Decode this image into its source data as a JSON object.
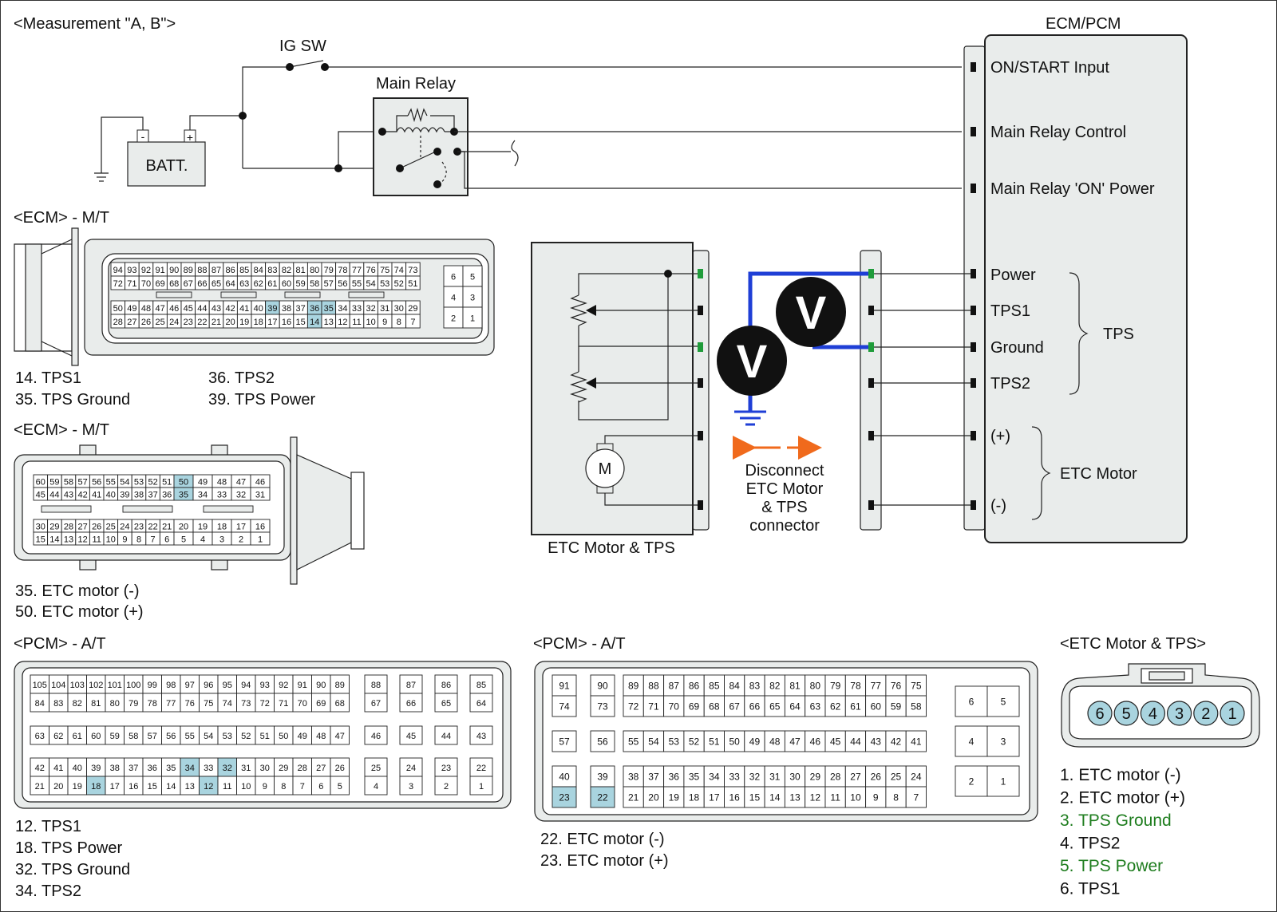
{
  "heading": "<Measurement \"A, B\">",
  "ig_sw": "IG SW",
  "main_relay": "Main Relay",
  "batt": "BATT.",
  "batt_minus": "-",
  "batt_plus": "+",
  "ecm_pcm": "ECM/PCM",
  "ecm_pins": {
    "on_start": "ON/START Input",
    "relay_control": "Main Relay Control",
    "relay_on_power": "Main Relay 'ON' Power",
    "power": "Power",
    "tps1": "TPS1",
    "ground": "Ground",
    "tps2": "TPS2",
    "plus": "(+)",
    "minus": "(-)"
  },
  "group_tps": "TPS",
  "group_etc_motor": "ETC Motor",
  "voltmeter_symbol": "V",
  "motor_symbol": "M",
  "etc_unit_label": "ETC Motor & TPS",
  "disconnect_note": [
    "Disconnect",
    "ETC Motor",
    "& TPS",
    "connector"
  ],
  "connectors": {
    "ecm_mt_1": {
      "title": "<ECM> - M/T",
      "row1": [
        "94",
        "93",
        "92",
        "91",
        "90",
        "89",
        "88",
        "87",
        "86",
        "85",
        "84",
        "83",
        "82",
        "81",
        "80",
        "79",
        "78",
        "77",
        "76",
        "75",
        "74",
        "73"
      ],
      "row2": [
        "72",
        "71",
        "70",
        "69",
        "68",
        "67",
        "66",
        "65",
        "64",
        "63",
        "62",
        "61",
        "60",
        "59",
        "58",
        "57",
        "56",
        "55",
        "54",
        "53",
        "52",
        "51"
      ],
      "row3": [
        "50",
        "49",
        "48",
        "47",
        "46",
        "45",
        "44",
        "43",
        "42",
        "41",
        "40",
        "39",
        "38",
        "37",
        "36",
        "35",
        "34",
        "33",
        "32",
        "31",
        "30",
        "29"
      ],
      "row4": [
        "28",
        "27",
        "26",
        "25",
        "24",
        "23",
        "22",
        "21",
        "20",
        "19",
        "18",
        "17",
        "16",
        "15",
        "14",
        "13",
        "12",
        "11",
        "10",
        "9",
        "8",
        "7"
      ],
      "side": [
        "6",
        "5",
        "4",
        "3",
        "2",
        "1"
      ],
      "highlight": [
        "39",
        "36",
        "35",
        "14"
      ],
      "legend": [
        "14. TPS1",
        "35. TPS Ground",
        "36. TPS2",
        "39. TPS Power"
      ]
    },
    "ecm_mt_2": {
      "title": "<ECM> - M/T",
      "row1": [
        "60",
        "59",
        "58",
        "57",
        "56",
        "55",
        "54",
        "53",
        "52",
        "51",
        "50",
        "49",
        "48",
        "47",
        "46"
      ],
      "row2": [
        "45",
        "44",
        "43",
        "42",
        "41",
        "40",
        "39",
        "38",
        "37",
        "36",
        "35",
        "34",
        "33",
        "32",
        "31"
      ],
      "row3": [
        "30",
        "29",
        "28",
        "27",
        "26",
        "25",
        "24",
        "23",
        "22",
        "21",
        "20",
        "19",
        "18",
        "17",
        "16"
      ],
      "row4": [
        "15",
        "14",
        "13",
        "12",
        "11",
        "10",
        "9",
        "8",
        "7",
        "6",
        "5",
        "4",
        "3",
        "2",
        "1"
      ],
      "highlight": [
        "50",
        "35"
      ],
      "legend": [
        "35. ETC motor (-)",
        "50. ETC motor (+)"
      ]
    },
    "pcm_at_1": {
      "title": "<PCM> - A/T",
      "r1": [
        "105",
        "104",
        "103",
        "102",
        "101",
        "100",
        "99",
        "98",
        "97",
        "96",
        "95",
        "94",
        "93",
        "92",
        "91",
        "90",
        "89"
      ],
      "r1s": [
        "88",
        "87",
        "86",
        "85"
      ],
      "r2": [
        "84",
        "83",
        "82",
        "81",
        "80",
        "79",
        "78",
        "77",
        "76",
        "75",
        "74",
        "73",
        "72",
        "71",
        "70",
        "69",
        "68"
      ],
      "r2s": [
        "67",
        "66",
        "65",
        "64"
      ],
      "r3": [
        "63",
        "62",
        "61",
        "60",
        "59",
        "58",
        "57",
        "56",
        "55",
        "54",
        "53",
        "52",
        "51",
        "50",
        "49",
        "48",
        "47"
      ],
      "r3s": [
        "46",
        "45",
        "44",
        "43"
      ],
      "r4": [
        "42",
        "41",
        "40",
        "39",
        "38",
        "37",
        "36",
        "35",
        "34",
        "33",
        "32",
        "31",
        "30",
        "29",
        "28",
        "27",
        "26"
      ],
      "r4s": [
        "25",
        "24",
        "23",
        "22"
      ],
      "r5": [
        "21",
        "20",
        "19",
        "18",
        "17",
        "16",
        "15",
        "14",
        "13",
        "12",
        "11",
        "10",
        "9",
        "8",
        "7",
        "6",
        "5"
      ],
      "r5s": [
        "4",
        "3",
        "2",
        "1"
      ],
      "highlight": [
        "34",
        "32",
        "18",
        "12"
      ],
      "legend": [
        "12. TPS1",
        "18. TPS Power",
        "32. TPS Ground",
        "34. TPS2"
      ]
    },
    "pcm_at_2": {
      "title": "<PCM> - A/T",
      "c1": [
        "91",
        "74",
        "57",
        "40",
        "23"
      ],
      "c2": [
        "90",
        "73",
        "56",
        "39",
        "22"
      ],
      "m1": [
        "89",
        "88",
        "87",
        "86",
        "85",
        "84",
        "83",
        "82",
        "81",
        "80",
        "79",
        "78",
        "77",
        "76",
        "75"
      ],
      "m2": [
        "72",
        "71",
        "70",
        "69",
        "68",
        "67",
        "66",
        "65",
        "64",
        "63",
        "62",
        "61",
        "60",
        "59",
        "58"
      ],
      "m3": [
        "55",
        "54",
        "53",
        "52",
        "51",
        "50",
        "49",
        "48",
        "47",
        "46",
        "45",
        "44",
        "43",
        "42",
        "41"
      ],
      "m4": [
        "38",
        "37",
        "36",
        "35",
        "34",
        "33",
        "32",
        "31",
        "30",
        "29",
        "28",
        "27",
        "26",
        "25",
        "24"
      ],
      "m5": [
        "21",
        "20",
        "19",
        "18",
        "17",
        "16",
        "15",
        "14",
        "13",
        "12",
        "11",
        "10",
        "9",
        "8",
        "7"
      ],
      "side": [
        "6",
        "5",
        "4",
        "3",
        "2",
        "1"
      ],
      "highlight": [
        "23",
        "22"
      ],
      "legend": [
        "22. ETC motor (-)",
        "23. ETC motor (+)"
      ]
    },
    "etc_tps": {
      "title": "<ETC Motor & TPS>",
      "pins": [
        "6",
        "5",
        "4",
        "3",
        "2",
        "1"
      ],
      "legend": [
        {
          "text": "1. ETC motor (-)",
          "color": "#111111"
        },
        {
          "text": "2. ETC motor (+)",
          "color": "#111111"
        },
        {
          "text": "3. TPS Ground",
          "color": "#1e7d1e"
        },
        {
          "text": "4. TPS2",
          "color": "#111111"
        },
        {
          "text": "5. TPS Power",
          "color": "#1e7d1e"
        },
        {
          "text": "6. TPS1",
          "color": "#111111"
        }
      ]
    }
  },
  "colors": {
    "pin_highlight": "#a9d4df",
    "probe_wire": "#1f3fd6",
    "arrow": "#f06a1c",
    "pin_green": "#1f9c3a",
    "housing": "#e9eceb"
  }
}
